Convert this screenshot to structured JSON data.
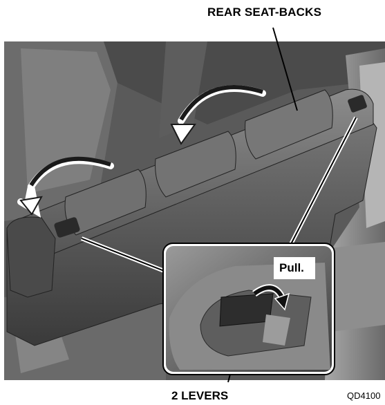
{
  "labels": {
    "rear_seat_backs": "REAR SEAT-BACKS",
    "pull": "Pull.",
    "levers": "2 LEVERS",
    "figure_code": "QD4100"
  },
  "colors": {
    "background": "#ffffff",
    "cabin_dark": "#3c3c3c",
    "seat_top": "#6e6e6e",
    "seat_face": "#4a4a4a",
    "arrow": "#1a1a1a"
  },
  "icons": {
    "fold_arrows": "curved-arrow-icon",
    "pull_arrow": "curved-arrow-icon"
  }
}
